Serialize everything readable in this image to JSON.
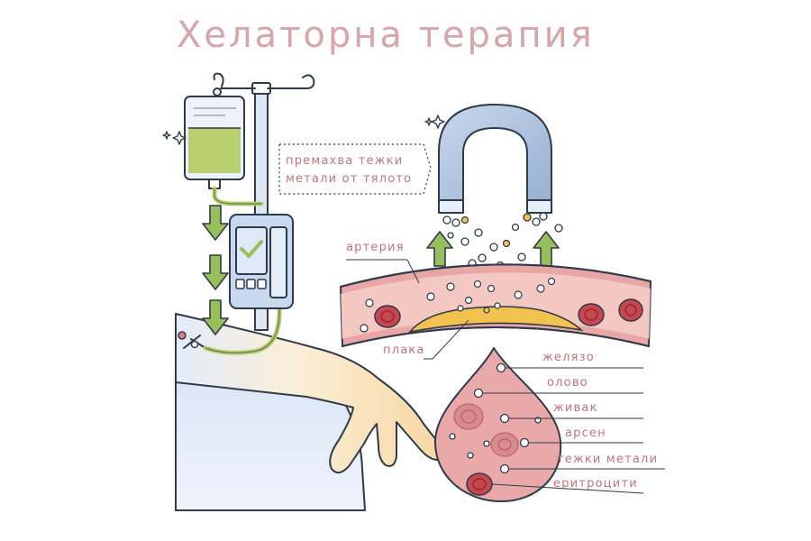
{
  "title": "Хелаторна терапия",
  "labels": {
    "removes_line1": "премахва тежки",
    "removes_line2": "метали от тялото",
    "artery": "артерия",
    "plaque": "плака"
  },
  "drop_labels": [
    "желязо",
    "олово",
    "живак",
    "арсен",
    "тежки метали",
    "еритроцити"
  ],
  "colors": {
    "title": "#d7a6a8",
    "label": "#c4747d",
    "artery": "#e9a6a6",
    "plaque": "#f2c24f",
    "blood_drop": "#eaa9a9",
    "iv_fluid": "#b7cf6e",
    "arrow": "#97bf5c",
    "magnet": "#a9c0dc"
  },
  "icons": [
    "iv-bag-icon",
    "infusion-pump-icon",
    "checkmark-icon",
    "magnet-icon",
    "sparkle-icon",
    "down-arrow-icon",
    "up-arrow-icon",
    "red-blood-cell-icon"
  ]
}
